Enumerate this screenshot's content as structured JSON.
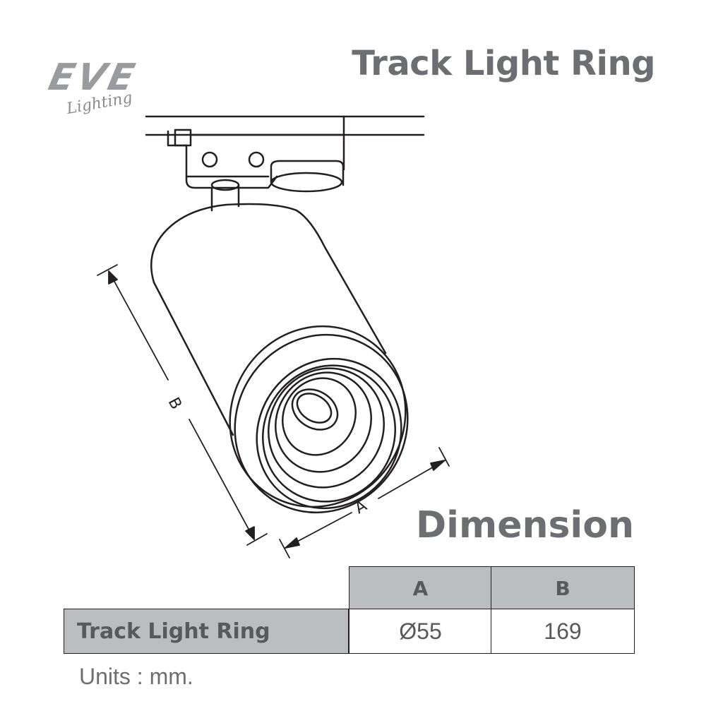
{
  "brand": {
    "name": "EVE",
    "tagline": "Lighting"
  },
  "title": "Track Light Ring",
  "drawing": {
    "dimension_labels": {
      "a": "A",
      "b": "B"
    }
  },
  "section_title": "Dimension",
  "table": {
    "columns": [
      "A",
      "B"
    ],
    "rows": [
      {
        "label": "Track Light Ring",
        "values": [
          "Ø55",
          "169"
        ]
      }
    ]
  },
  "units": "Units : mm."
}
